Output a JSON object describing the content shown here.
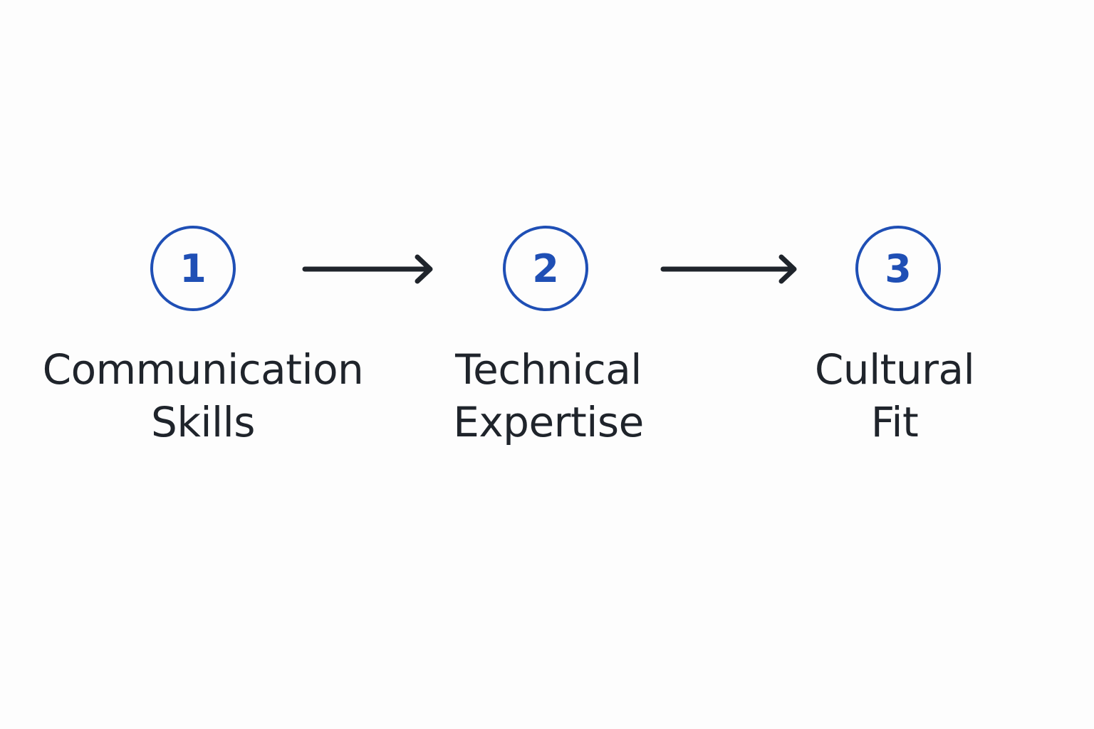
{
  "colors": {
    "accent": "#1f4fb5",
    "text": "#1f242b",
    "arrow": "#1f242b",
    "background": "#fdfdfd"
  },
  "steps": [
    {
      "number": "1",
      "label_line1": "Communication",
      "label_line2": "Skills"
    },
    {
      "number": "2",
      "label_line1": "Technical",
      "label_line2": "Expertise"
    },
    {
      "number": "3",
      "label_line1": "Cultural",
      "label_line2": "Fit"
    }
  ],
  "arrows": [
    {
      "icon": "right-arrow-icon"
    },
    {
      "icon": "right-arrow-icon"
    }
  ]
}
